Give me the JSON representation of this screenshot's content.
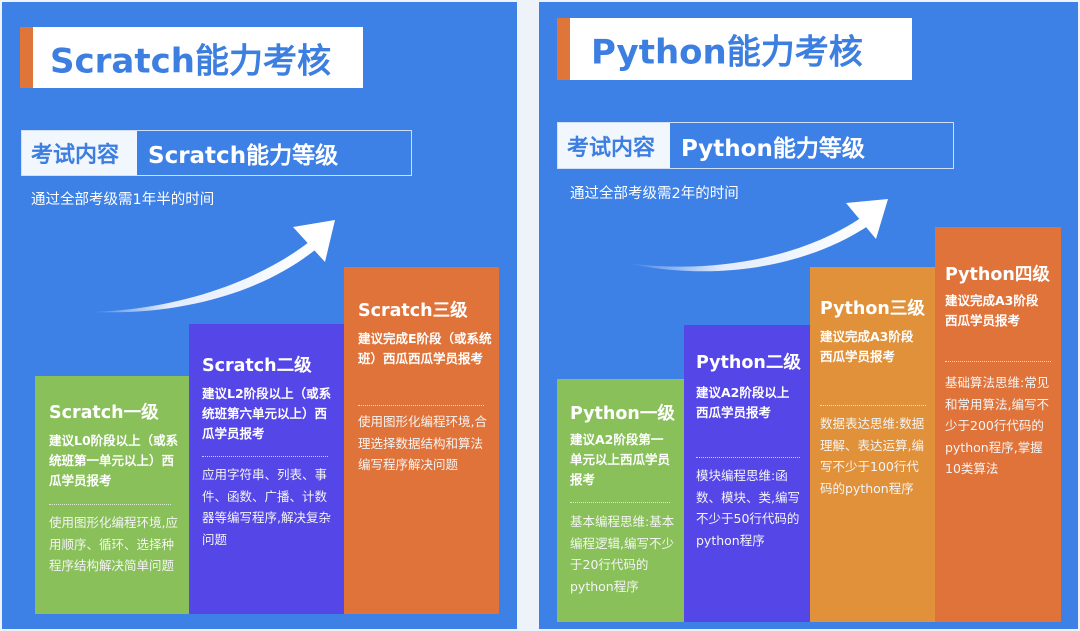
{
  "colors": {
    "background": "#3d80e6",
    "title_text": "#3d7fe0",
    "accent_bar": "#e0753a",
    "level1": "#89c05a",
    "level2": "#5546e8",
    "level3_scratch": "#e0733a",
    "level3_python": "#e0913a",
    "level4_python": "#e0733a"
  },
  "scratch": {
    "title": "Scratch能力考核",
    "exam_label": "考试内容",
    "exam_value": "Scratch能力等级",
    "duration": "通过全部考级需1年半的时间",
    "arrow_icon": "upward-curved-arrow",
    "levels": [
      {
        "name": "Scratch一级",
        "requirement": "建议L0阶段以上（或系统班第一单元以上）西瓜学员报考",
        "description": "使用图形化编程环境,应用顺序、循环、选择种程序结构解决简单问题"
      },
      {
        "name": "Scratch二级",
        "requirement": "建议L2阶段以上（或系统班第六单元以上）西瓜学员报考",
        "description": "应用字符串、列表、事件、函数、广播、计数器等编写程序,解决复杂问题"
      },
      {
        "name": "Scratch三级",
        "requirement": "建议完成E阶段（或系统班）西瓜西瓜学员报考",
        "description": "使用图形化编程环境,合理选择数据结构和算法编写程序解决问题"
      }
    ]
  },
  "python": {
    "title": "Python能力考核",
    "exam_label": "考试内容",
    "exam_value": "Python能力等级",
    "duration": "通过全部考级需2年的时间",
    "arrow_icon": "upward-curved-arrow",
    "levels": [
      {
        "name": "Python一级",
        "requirement": "建议A2阶段第一单元以上西瓜学员报考",
        "description": "基本编程思维:基本编程逻辑,编写不少于20行代码的 python程序"
      },
      {
        "name": "Python二级",
        "requirement": "建议A2阶段以上西瓜学员报考",
        "description": "模块编程思维:函数、模块、类,编写不少于50行代码的 python程序"
      },
      {
        "name": "Python三级",
        "requirement": "建议完成A3阶段西瓜学员报考",
        "description": "数据表达思维:数据理解、表达运算,编写不少于100行代码的python程序"
      },
      {
        "name": "Python四级",
        "requirement": "建议完成A3阶段西瓜学员报考",
        "description": "基础算法思维:常见和常用算法,编写不少于200行代码的 python程序,掌握10类算法"
      }
    ]
  }
}
